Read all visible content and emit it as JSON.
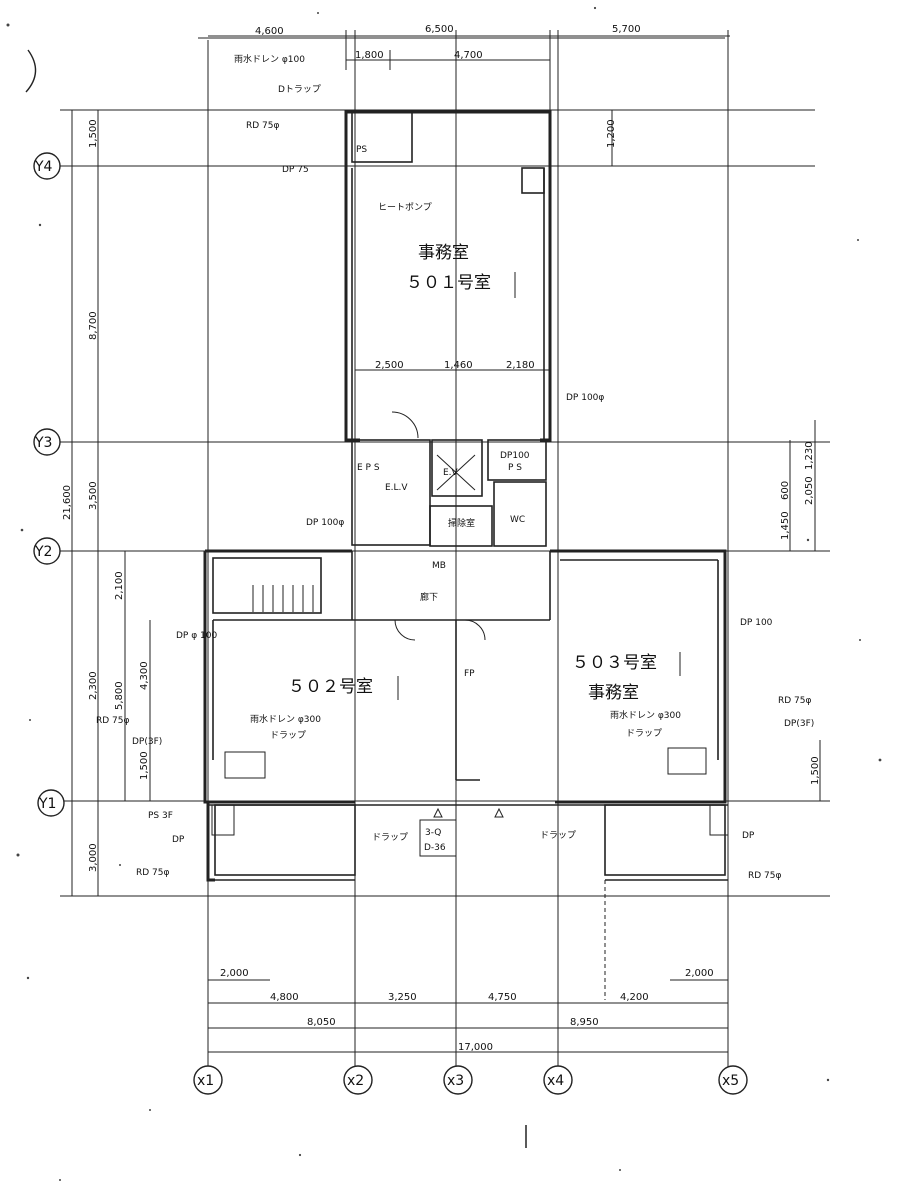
{
  "grid_labels": {
    "x": [
      "x1",
      "x2",
      "x3",
      "x4",
      "x5"
    ],
    "y": [
      "Y4",
      "Y3",
      "Y2",
      "Y1"
    ]
  },
  "top_dims": {
    "row1": [
      "4,600",
      "6,500",
      "5,700"
    ],
    "row2": [
      "1,800",
      "4,700"
    ]
  },
  "left_dims": {
    "outer": "21,600",
    "col1": [
      "1,500",
      "8,700",
      "3,500",
      "2,300",
      "3,000"
    ],
    "col2": [
      "2,100",
      "5,800"
    ],
    "col3": [
      "4,300",
      "1,500"
    ]
  },
  "right_dims": {
    "top": "1,200",
    "col1": [
      "600",
      "1,450"
    ],
    "col2": [
      "1,230",
      "2,050"
    ],
    "y1": "1,500"
  },
  "mid_dims": [
    "2,500",
    "1,460",
    "2,180"
  ],
  "bottom_dims": {
    "row_sub_left": "2,000",
    "row_sub_right": "2,000",
    "row1": [
      "4,800",
      "3,250",
      "4,750",
      "4,200"
    ],
    "row2": [
      "8,050",
      "8,950"
    ],
    "total": "17,000"
  },
  "rooms": {
    "r501_use": "事務室",
    "r501_name": "５０１号室",
    "r502_name": "５０２号室",
    "r503_name": "５０３号室",
    "r503_use": "事務室",
    "corridor": "廊下",
    "ev": "E.V",
    "elv": "E.L.V",
    "eps": "E P S",
    "ps": "P S",
    "dp100_ps": "DP100",
    "mb": "MB",
    "cleaning": "掃除室",
    "wc": "WC",
    "fp": "FP",
    "stamp_top": "3-Q",
    "stamp_bottom": "D-36"
  },
  "annotations": {
    "drain_top": "雨水ドレン φ100",
    "trap_top": "Dトラップ",
    "rd_top": "RD 75φ",
    "ps_top": "PS",
    "dp_top": "DP 75",
    "eaves_top": "ヒートポンプ",
    "dp100_left": "DP\n100φ",
    "dp_mid": "DP 100φ",
    "dp_right": "DP 100",
    "dp_502": "DP φ\n100",
    "rd_502": "RD 75φ",
    "dp3f_left": "DP(3F)",
    "drain_502": "雨水ドレン φ300",
    "trap_502": "ドラップ",
    "rd_503": "RD 75φ",
    "dp3f_right": "DP(3F)",
    "drain_503": "雨水ドレン φ300",
    "trap_503": "ドラップ",
    "ps_left": "PS 3F",
    "dp_left": "DP",
    "rd_left": "RD 75φ",
    "dp_right2": "DP",
    "rd_right": "RD 75φ",
    "trap_b1": "ドラップ",
    "trap_b2": "ドラップ"
  }
}
